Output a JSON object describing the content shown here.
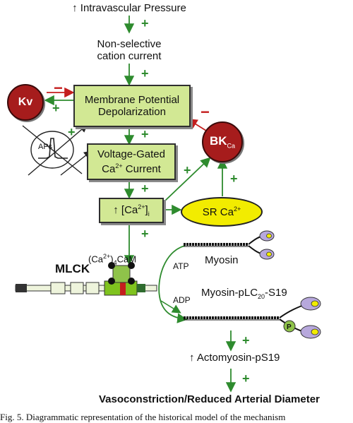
{
  "top_label": "↑ Intravascular Pressure",
  "nonselective_line1": "Non-selective",
  "nonselective_line2": "cation current",
  "depol_box_line1": "Membrane Potential",
  "depol_box_line2": "Depolarization",
  "vgcc_box_line1": "Voltage-Gated",
  "vgcc_box_line2_a": "Ca",
  "vgcc_box_line2_sup": "2+",
  "vgcc_box_line2_b": " Current",
  "cai_box_a": "↑ [Ca",
  "cai_box_sup": "2+",
  "cai_box_b": "]",
  "cai_box_sub": "i",
  "kv_label": "Kv",
  "bk_label": "BK",
  "bk_sub": "Ca",
  "sr_label_a": "SR Ca",
  "sr_label_sup": "2+",
  "aps_label": "APs",
  "mlck_label": "MLCK",
  "cam_label_a": "(Ca",
  "cam_label_sup": "2+",
  "cam_label_b": ")",
  "cam_label_sub": "4",
  "cam_label_c": "CaM",
  "myosin_label": "Myosin",
  "atp_label": "ATP",
  "adp_label": "ADP",
  "myosin_plc_a": "Myosin-pLC",
  "myosin_plc_sub": "20",
  "myosin_plc_b": "-S19",
  "p_label": "P",
  "actomyosin_label": "↑ Actomyosin-pS19",
  "final_label": "Vasoconstriction/Reduced Arterial Diameter",
  "caption": "Fig. 5. Diagrammatic representation of the historical model of the mechanism",
  "plus_sign": "+",
  "minus_sign": "−",
  "colors": {
    "box_fill": "#d2e894",
    "arrow_green": "#2e8b2e",
    "inhibit_red": "#c41e1e",
    "circle_red": "#a61c1c",
    "sr_yellow": "#f2ec00",
    "lavender": "#b7a8dc"
  }
}
